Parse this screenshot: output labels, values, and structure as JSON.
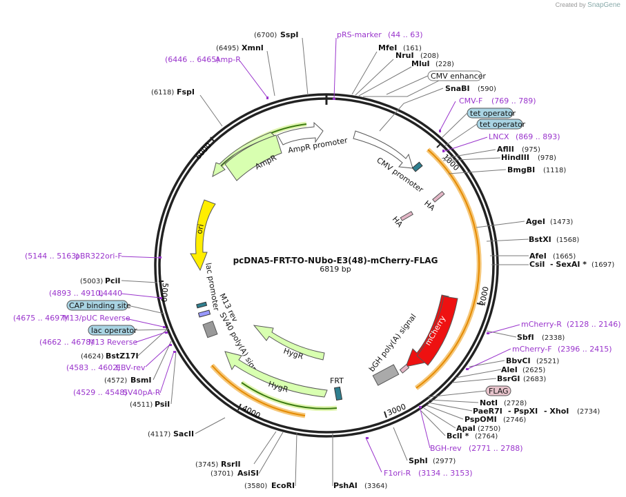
{
  "credit": {
    "prefix": "Created by",
    "brand": "SnapGene"
  },
  "plasmid": {
    "name": "pcDNA5-FRT-TO-NUbo-E3(48)-mCherry-FLAG",
    "size_label": "6819 bp",
    "length": 6819
  },
  "ticks": [
    "1000",
    "2000",
    "3000",
    "4000",
    "5000",
    "6000"
  ],
  "colors": {
    "primer": "#9933cc",
    "box_blue": "#a9d4e3",
    "box_pink": "#e8c4cc",
    "mcherry": "#ee1111",
    "ori": "#ffee00",
    "ampr": "#ddffaa"
  },
  "sites": [
    {
      "name": "SspI",
      "pos": "(6700)"
    },
    {
      "name": "XmnI",
      "pos": "(6495)"
    },
    {
      "name": "FspI",
      "pos": "(6118)"
    },
    {
      "name": "MfeI",
      "pos": "(161)"
    },
    {
      "name": "NruI",
      "pos": "(208)"
    },
    {
      "name": "MluI",
      "pos": "(228)"
    },
    {
      "name": "SnaBI",
      "pos": "(590)"
    },
    {
      "name": "AflII",
      "pos": "(975)"
    },
    {
      "name": "HindIII",
      "pos": "(978)"
    },
    {
      "name": "BmgBI",
      "pos": "(1118)"
    },
    {
      "name": "AgeI",
      "pos": "(1473)"
    },
    {
      "name": "BstXI",
      "pos": "(1568)"
    },
    {
      "name": "AfeI",
      "pos": "(1665)"
    },
    {
      "name": "CsiI",
      "pos": "(1697)"
    },
    {
      "name": "SbfI",
      "pos": "(2338)"
    },
    {
      "name": "BbvCI",
      "pos": "(2521)"
    },
    {
      "name": "AleI",
      "pos": "(2625)"
    },
    {
      "name": "BsrGI",
      "pos": "(2683)"
    },
    {
      "name": "NotI",
      "pos": "(2728)"
    },
    {
      "name": "XhoI",
      "pos": "(2734)"
    },
    {
      "name": "PspOMI",
      "pos": "(2746)"
    },
    {
      "name": "ApaI",
      "pos": "(2750)"
    },
    {
      "name": "BclI *",
      "pos": "(2764)"
    },
    {
      "name": "SphI",
      "pos": "(2977)"
    },
    {
      "name": "PshAI",
      "pos": "(3364)"
    },
    {
      "name": "EcoRI",
      "pos": "(3580)"
    },
    {
      "name": "AsiSI",
      "pos": "(3701)"
    },
    {
      "name": "RsrII",
      "pos": "(3745)"
    },
    {
      "name": "SacII",
      "pos": "(4117)"
    },
    {
      "name": "PsiI",
      "pos": "(4511)"
    },
    {
      "name": "BsmI",
      "pos": "(4572)"
    },
    {
      "name": "BstZ17I",
      "pos": "(4624)"
    },
    {
      "name": "PciI",
      "pos": "(5003)"
    }
  ],
  "site_extras": {
    "sexai": "- SexAI *",
    "pspxi": "- PspXI",
    "paer7i": "PaeR7I",
    "xhoi_dash": "- XhoI"
  },
  "primers": [
    {
      "name": "pRS-marker",
      "range": "(44 .. 63)"
    },
    {
      "name": "Amp-R",
      "range": "(6446 .. 6465)"
    },
    {
      "name": "CMV-F",
      "range": "(769 .. 789)"
    },
    {
      "name": "LNCX",
      "range": "(869 .. 893)"
    },
    {
      "name": "pBR322ori-F",
      "range": "(5144 .. 5163)"
    },
    {
      "name": "L4440",
      "range": "(4893 .. 4910)"
    },
    {
      "name": "M13/pUC Reverse",
      "range": "(4675 .. 4697)"
    },
    {
      "name": "M13 Reverse",
      "range": "(4662 .. 4678)"
    },
    {
      "name": "EBV-rev",
      "range": "(4583 .. 4602)"
    },
    {
      "name": "SV40pA-R",
      "range": "(4529 .. 4548)"
    },
    {
      "name": "mCherry-R",
      "range": "(2128 .. 2146)"
    },
    {
      "name": "mCherry-F",
      "range": "(2396 .. 2415)"
    },
    {
      "name": "BGH-rev",
      "range": "(2771 .. 2788)"
    },
    {
      "name": "F1ori-R",
      "range": "(3134 .. 3153)"
    }
  ],
  "boxes": [
    {
      "name": "CMV enhancer",
      "color": "#ffffff"
    },
    {
      "name": "tet operator",
      "color": "#a9d4e3"
    },
    {
      "name": "tet operator",
      "color": "#a9d4e3"
    },
    {
      "name": "CAP binding site",
      "color": "#a9d4e3"
    },
    {
      "name": "lac operator",
      "color": "#a9d4e3"
    },
    {
      "name": "FLAG",
      "color": "#e8c4cc"
    }
  ],
  "features": {
    "ampr_promoter": "AmpR promoter",
    "ampr": "AmpR",
    "cmv_promoter": "CMV promoter",
    "ha1": "HA",
    "ha2": "HA",
    "ori": "ori",
    "lac_promoter": "lac promoter",
    "m13_rev": "M13 rev",
    "sv40_polya": "SV40 poly(A) signal",
    "hygr1": "HygR",
    "hygr2": "HygR",
    "frt": "FRT",
    "bgh_polya": "bGH poly(A) signal",
    "mcherry": "mCherry"
  }
}
